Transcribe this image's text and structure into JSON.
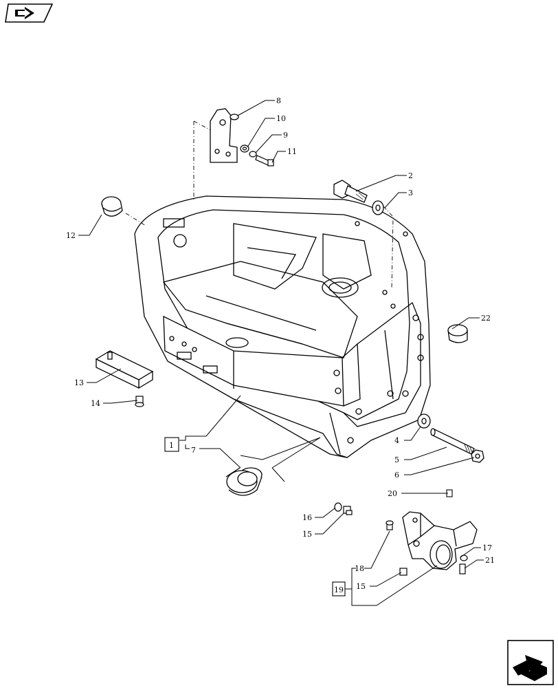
{
  "diagram": {
    "callouts": [
      "8",
      "10",
      "9",
      "11",
      "2",
      "3",
      "12",
      "22",
      "13",
      "14",
      "4",
      "5",
      "6",
      "20",
      "16",
      "15",
      "17",
      "21",
      "18",
      "15"
    ],
    "group_labels": [
      "1",
      "7",
      "19"
    ]
  },
  "nav": {
    "prev_icon": "prev-page-arrow-icon",
    "next_icon": "next-page-arrow-icon"
  }
}
